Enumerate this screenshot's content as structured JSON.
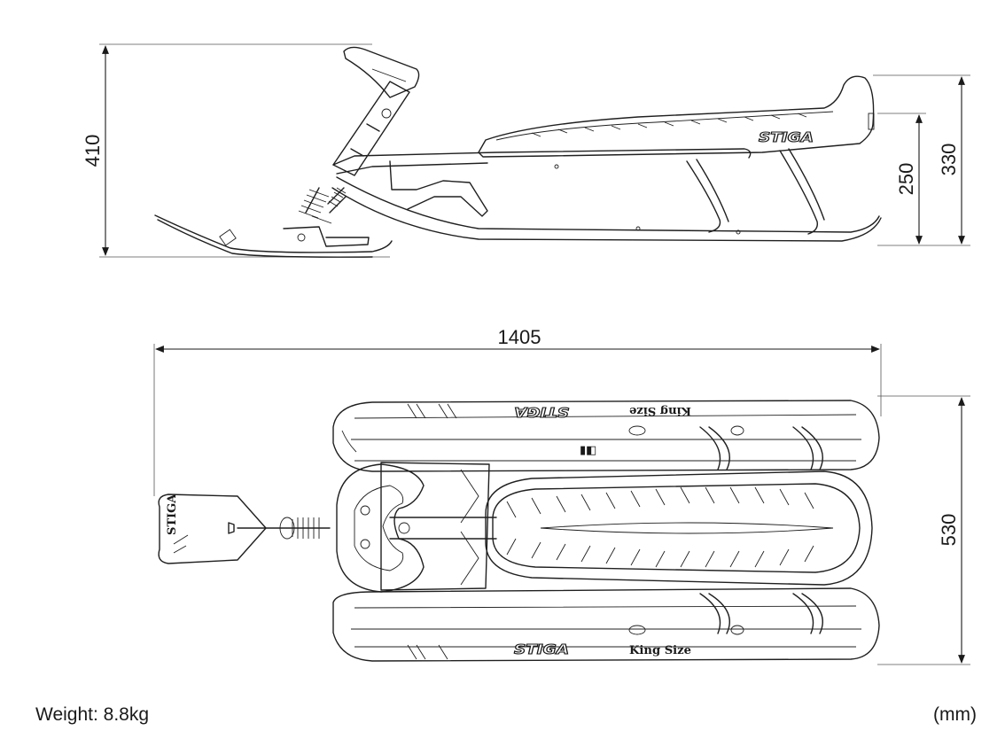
{
  "dimensions": {
    "side_height_total": "410",
    "side_height_seat": "250",
    "side_height_back": "330",
    "top_length": "1405",
    "top_width": "530"
  },
  "branding": {
    "logo": "STIGA",
    "model": "King Size"
  },
  "footer": {
    "weight": "Weight: 8.8kg",
    "unit": "(mm)"
  }
}
